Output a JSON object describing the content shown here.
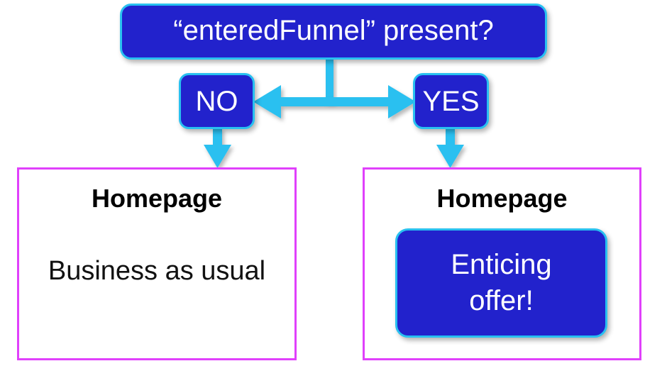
{
  "diagram": {
    "type": "flowchart",
    "background": "#ffffff",
    "colors": {
      "box_fill": "#2222CC",
      "box_border": "#29C0F0",
      "arrow": "#29C0F0",
      "page_border": "#E040FB",
      "box_text": "#ffffff",
      "page_text": "#000000"
    },
    "decision": {
      "label": "“enteredFunnel” present?"
    },
    "branches": [
      {
        "key": "no",
        "label": "NO"
      },
      {
        "key": "yes",
        "label": "YES"
      }
    ],
    "outcomes": [
      {
        "key": "no",
        "title": "Homepage",
        "body": "Business as usual",
        "highlight": null
      },
      {
        "key": "yes",
        "title": "Homepage",
        "highlight_line1": "Enticing",
        "highlight_line2": "offer!"
      }
    ],
    "connectors": [
      {
        "name": "stem-from-decision",
        "kind": "line-vertical"
      },
      {
        "name": "double-arrow-no-yes",
        "kind": "arrow-double-horizontal"
      },
      {
        "name": "arrow-no-to-page",
        "kind": "arrow-down"
      },
      {
        "name": "arrow-yes-to-page",
        "kind": "arrow-down"
      }
    ]
  }
}
